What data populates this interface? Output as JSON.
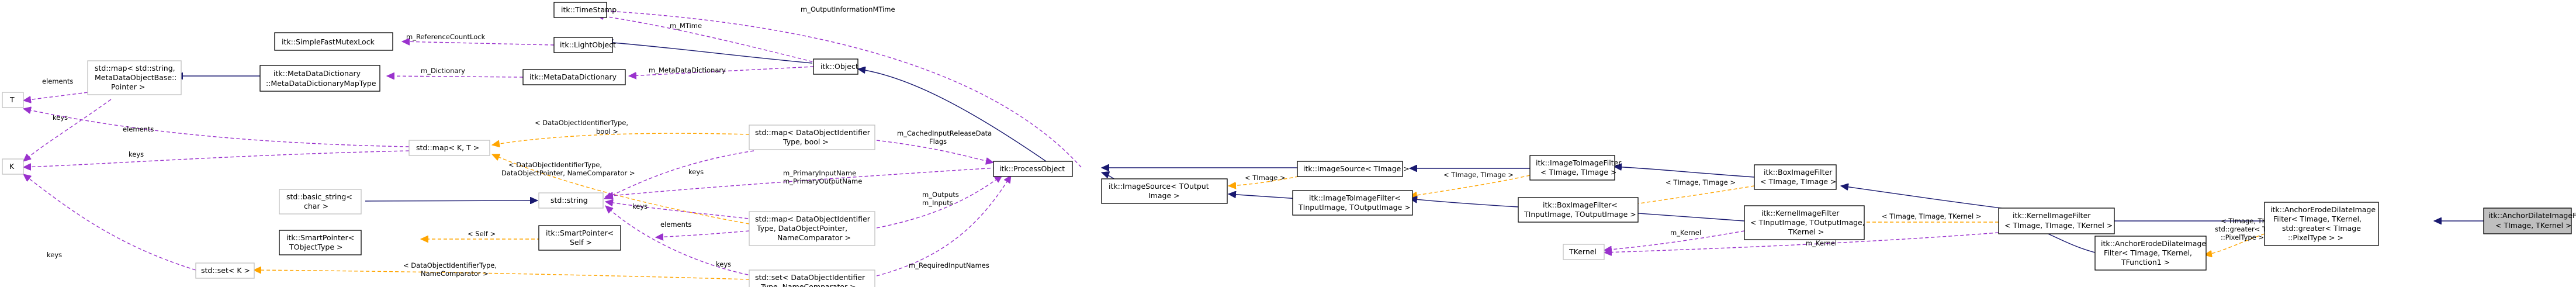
{
  "diagram": {
    "nodes": {
      "itkTimeStamp": [
        "itk::TimeStamp"
      ],
      "itkSimpleFastMutexLock": [
        "itk::SimpleFastMutexLock"
      ],
      "itkLightObject": [
        "itk::LightObject"
      ],
      "stdmapMeta": [
        "std::map< std::string,",
        "MetaDataObjectBase::",
        "Pointer >"
      ],
      "itkMetaDataDictionaryImpl": [
        "itk::MetaDataDictionary",
        "::MetaDataDictionaryMapType"
      ],
      "itkMetaDataDictionary": [
        "itk::MetaDataDictionary"
      ],
      "itkObject": [
        "itk::Object"
      ],
      "T": [
        "T"
      ],
      "K": [
        "K"
      ],
      "stdmapKT": [
        "std::map< K, T >"
      ],
      "stdmapBool": [
        "std::map< DataObjectIdentifier",
        "Type, bool >"
      ],
      "itkProcessObject": [
        "itk::ProcessObject"
      ],
      "stdbasicstring": [
        "std::basic_string<",
        "char >"
      ],
      "stdstring": [
        "std::string"
      ],
      "stdmapDataObj": [
        "std::map< DataObjectIdentifier",
        "Type, DataObjectPointer,",
        "NameComparator >"
      ],
      "itkSmartPointerTObject": [
        "itk::SmartPointer<",
        "TObjectType >"
      ],
      "itkSmartPointerSelf": [
        "itk::SmartPointer<",
        "Self >"
      ],
      "stdsetK": [
        "std::set< K >"
      ],
      "stdsetData": [
        "std::set< DataObjectIdentifier",
        "Type, NameComparator >"
      ],
      "itkImageSourceTImage": [
        "itk::ImageSource< TImage >"
      ],
      "itkImageSourceTOutput": [
        "itk::ImageSource< TOutput",
        "Image >"
      ],
      "itkImageToImageFilterTT": [
        "itk::ImageToImageFilter",
        "< TImage, TImage >"
      ],
      "itkImageToImageFilterInOut": [
        "itk::ImageToImageFilter<",
        "TInputImage, TOutputImage >"
      ],
      "itkBoxImageFilterTT": [
        "itk::BoxImageFilter",
        "< TImage, TImage >"
      ],
      "itkBoxImageFilterInOut": [
        "itk::BoxImageFilter<",
        "TInputImage, TOutputImage >"
      ],
      "itkKernelImageFilterInOut": [
        "itk::KernelImageFilter",
        "< TInputImage, TOutputImage,",
        "TKernel >"
      ],
      "TKernel": [
        "TKernel"
      ],
      "itkKernelImageFilterTTK": [
        "itk::KernelImageFilter",
        "< TImage, TImage, TKernel >"
      ],
      "itkAnchorErodeDilate": [
        "itk::AnchorErodeDilateImage",
        "Filter< TImage, TKernel,",
        "TFunction1 >"
      ],
      "itkAnchorErodeDilateStd": [
        "itk::AnchorErodeDilateImage",
        "Filter< TImage, TKernel,",
        "std::greater< TImage",
        "::PixelType > >"
      ],
      "itkAnchorDilate": [
        "itk::AnchorDilateImageFilter",
        "< TImage, TKernel >"
      ]
    },
    "edges": {
      "e1": [
        "m_OutputInformationMTime"
      ],
      "e2": [
        "m_MTime"
      ],
      "e3": [
        "m_ReferenceCountLock"
      ],
      "e4": [
        "m_Dictionary"
      ],
      "e5": [
        "m_MetaDataDictionary"
      ],
      "e6": [
        "elements"
      ],
      "e7": [
        "keys"
      ],
      "e8": [
        "elements"
      ],
      "e9": [
        "keys"
      ],
      "e10": [
        "< DataObjectIdentifierType,",
        "bool >"
      ],
      "e11": [
        "< DataObjectIdentifierType,",
        "DataObjectPointer, NameComparator >"
      ],
      "e12": [
        "keys"
      ],
      "e13": [
        "m_CachedInputReleaseData",
        "Flags"
      ],
      "e14": [
        "m_PrimaryInputName",
        "m_PrimaryOutputName"
      ],
      "e15": [
        "m_Outputs",
        "m_Inputs"
      ],
      "e16": [
        "elements"
      ],
      "e17": [
        "keys"
      ],
      "e18": [
        "< Self >"
      ],
      "e19": [
        "keys"
      ],
      "e20": [
        "< DataObjectIdentifierType,",
        "NameComparator >"
      ],
      "e21": [
        "m_RequiredInputNames"
      ],
      "e22": [
        "< TImage >"
      ],
      "e23": [
        "< TImage, TImage >"
      ],
      "e24": [
        "< TImage, TImage >"
      ],
      "e25": [
        "m_Kernel"
      ],
      "e26": [
        "< TImage, TImage, TKernel >"
      ],
      "e27": [
        "m_Kernel"
      ],
      "e28": [
        "< TImage, TKernel,",
        "std::greater< TImage",
        "::PixelType > >"
      ]
    }
  }
}
